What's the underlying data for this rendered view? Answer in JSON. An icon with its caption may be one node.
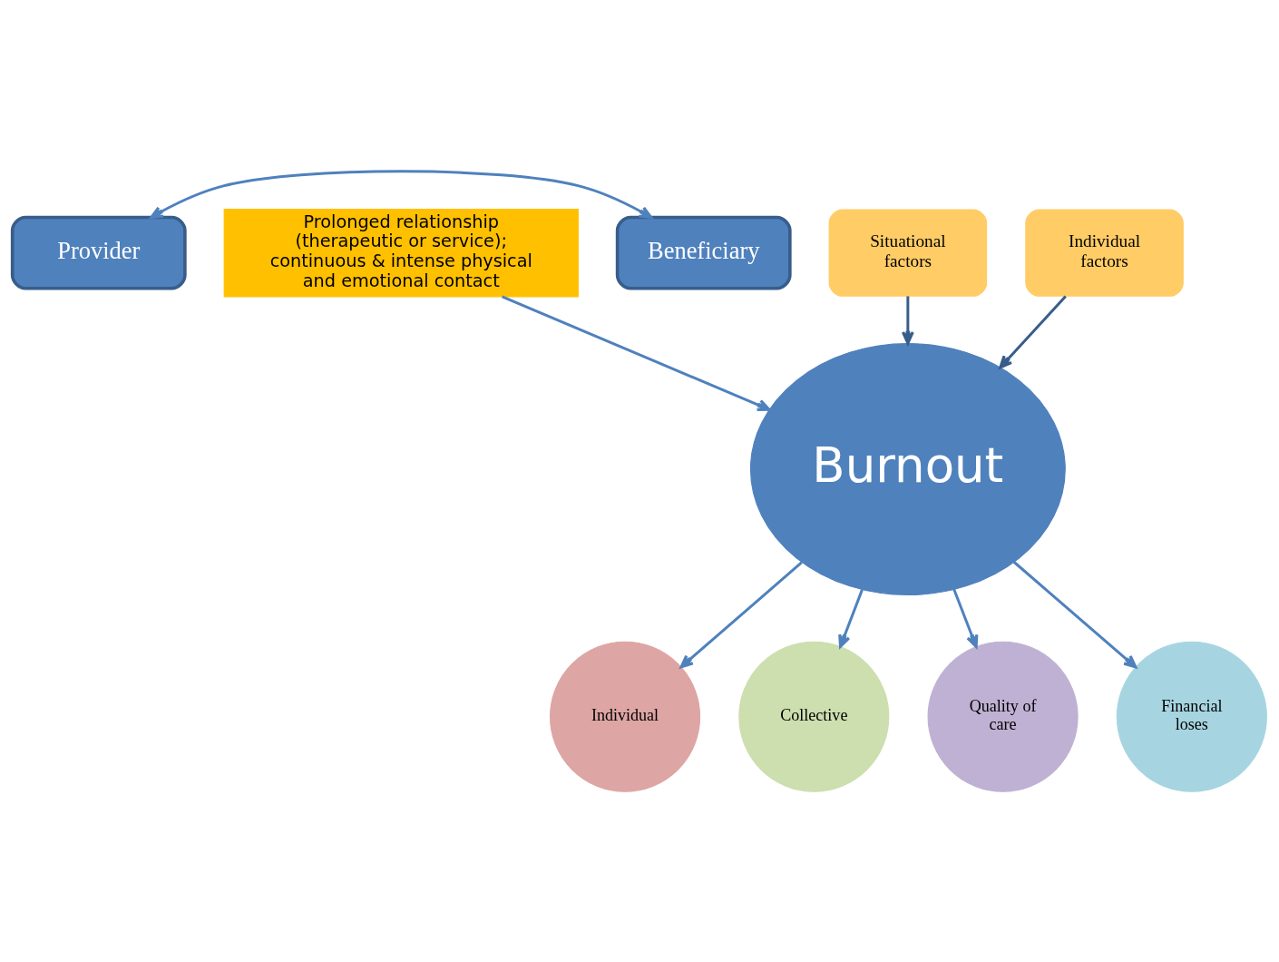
{
  "diagram": {
    "nodes": [
      {
        "text": [
          "Provider"
        ]
      },
      {
        "text": [
          "Prolonged relationship (therapeutic or service); continuous & intense physical and emotional contact"
        ]
      },
      {
        "text": [
          "Beneficiary"
        ]
      },
      {
        "text": [
          "Situational factors"
        ]
      },
      {
        "text": [
          "Individual factors"
        ]
      },
      {
        "text": [
          "Burnout"
        ]
      },
      {
        "text": [
          "Individual"
        ]
      },
      {
        "text": [
          "Collective"
        ]
      },
      {
        "text": [
          "Quality of care"
        ]
      },
      {
        "text": [
          "Financial loses"
        ]
      }
    ],
    "edges": [
      {
        "from": 0,
        "to": 2,
        "arrow": "both"
      },
      {
        "from": 1,
        "to": 5,
        "arrow": "to"
      },
      {
        "from": 3,
        "to": 5,
        "arrow": "to",
        "color": "#385d8a"
      },
      {
        "from": 4,
        "to": 5,
        "arrow": "to",
        "color": "#385d8a"
      },
      {
        "from": 5,
        "to": 6,
        "arrow": "to"
      },
      {
        "from": 5,
        "to": 7,
        "arrow": "to"
      },
      {
        "from": 5,
        "to": 8,
        "arrow": "to"
      },
      {
        "from": 5,
        "to": 9,
        "arrow": "to"
      }
    ]
  }
}
